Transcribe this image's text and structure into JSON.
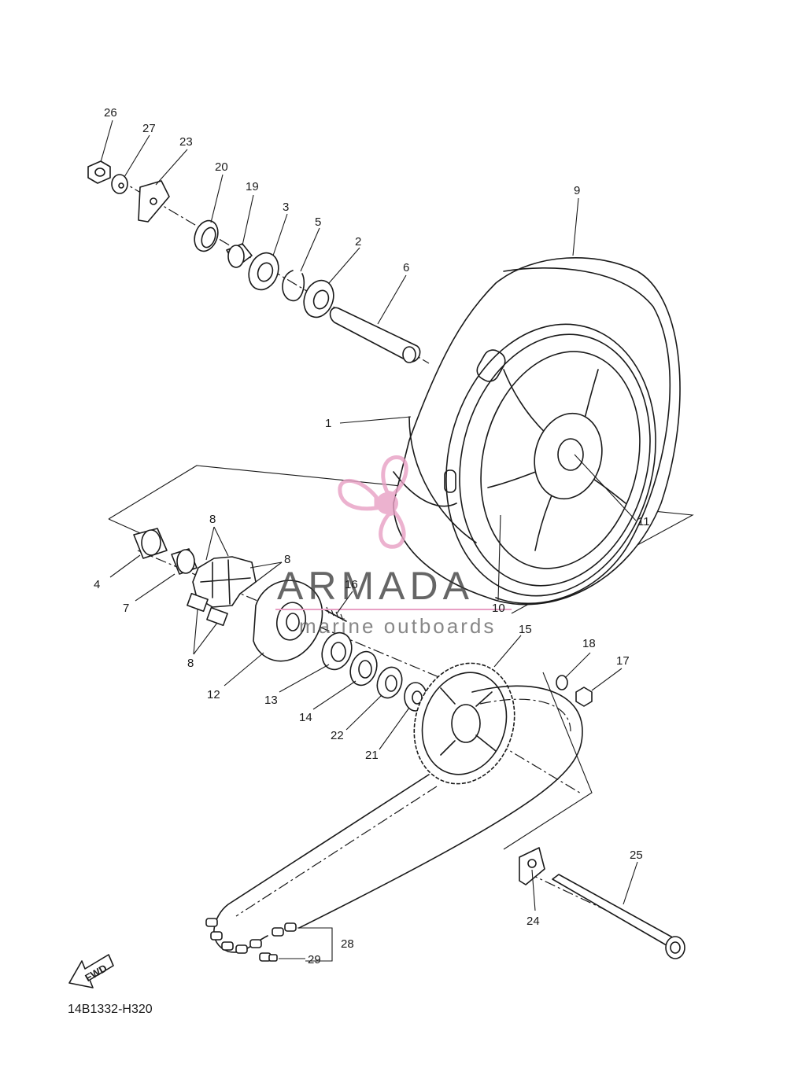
{
  "diagram": {
    "code": "14B1332-H320",
    "fwd_label": "FWD",
    "watermark": {
      "brand": "ARMADA",
      "tagline": "marine outboards",
      "color": "#e8a0c4"
    },
    "callouts": {
      "c1": "1",
      "c2": "2",
      "c3": "3",
      "c4": "4",
      "c5": "5",
      "c6": "6",
      "c7": "7",
      "c8a": "8",
      "c8b": "8",
      "c8c": "8",
      "c9": "9",
      "c10": "10",
      "c11": "11",
      "c12": "12",
      "c13": "13",
      "c14": "14",
      "c15": "15",
      "c16": "16",
      "c17": "17",
      "c18": "18",
      "c19": "19",
      "c20": "20",
      "c21": "21",
      "c22": "22",
      "c23": "23",
      "c24": "24",
      "c25": "25",
      "c26": "26",
      "c27": "27",
      "c28": "28",
      "c29": "29"
    }
  }
}
